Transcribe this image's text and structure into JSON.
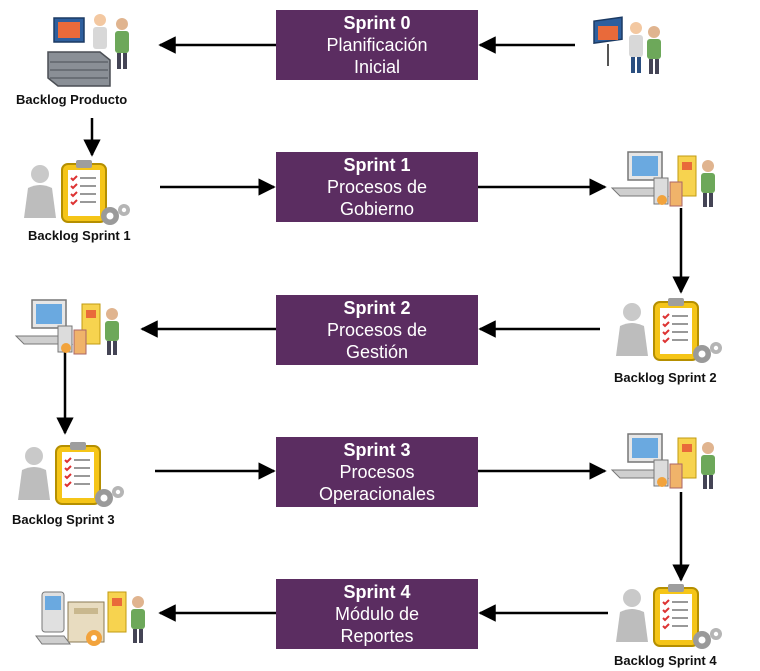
{
  "sprints": [
    {
      "title": "Sprint 0",
      "lines": [
        "Planificación",
        "Inicial"
      ]
    },
    {
      "title": "Sprint 1",
      "lines": [
        "Procesos de",
        "Gobierno"
      ]
    },
    {
      "title": "Sprint 2",
      "lines": [
        "Procesos de",
        "Gestión"
      ]
    },
    {
      "title": "Sprint 3",
      "lines": [
        "Procesos",
        "Operacionales"
      ]
    },
    {
      "title": "Sprint 4",
      "lines": [
        "Módulo de",
        "Reportes"
      ]
    }
  ],
  "labels": {
    "backlog_producto": "Backlog Producto",
    "backlog_sprint_1": "Backlog Sprint 1",
    "backlog_sprint_2": "Backlog Sprint 2",
    "backlog_sprint_3": "Backlog Sprint 3",
    "backlog_sprint_4": "Backlog Sprint 4"
  },
  "colors": {
    "sprint_box": "#5b2d61",
    "sprint_text": "#ffffff",
    "arrow": "#000000",
    "clipboard": "#f5c518"
  },
  "icons": {
    "planning_team": "presentation-people-icon",
    "product_backlog": "server-team-icon",
    "sprint_backlog": "clipboard-checklist-icon",
    "development": "computer-workstation-icon",
    "reports": "reports-module-icon"
  }
}
